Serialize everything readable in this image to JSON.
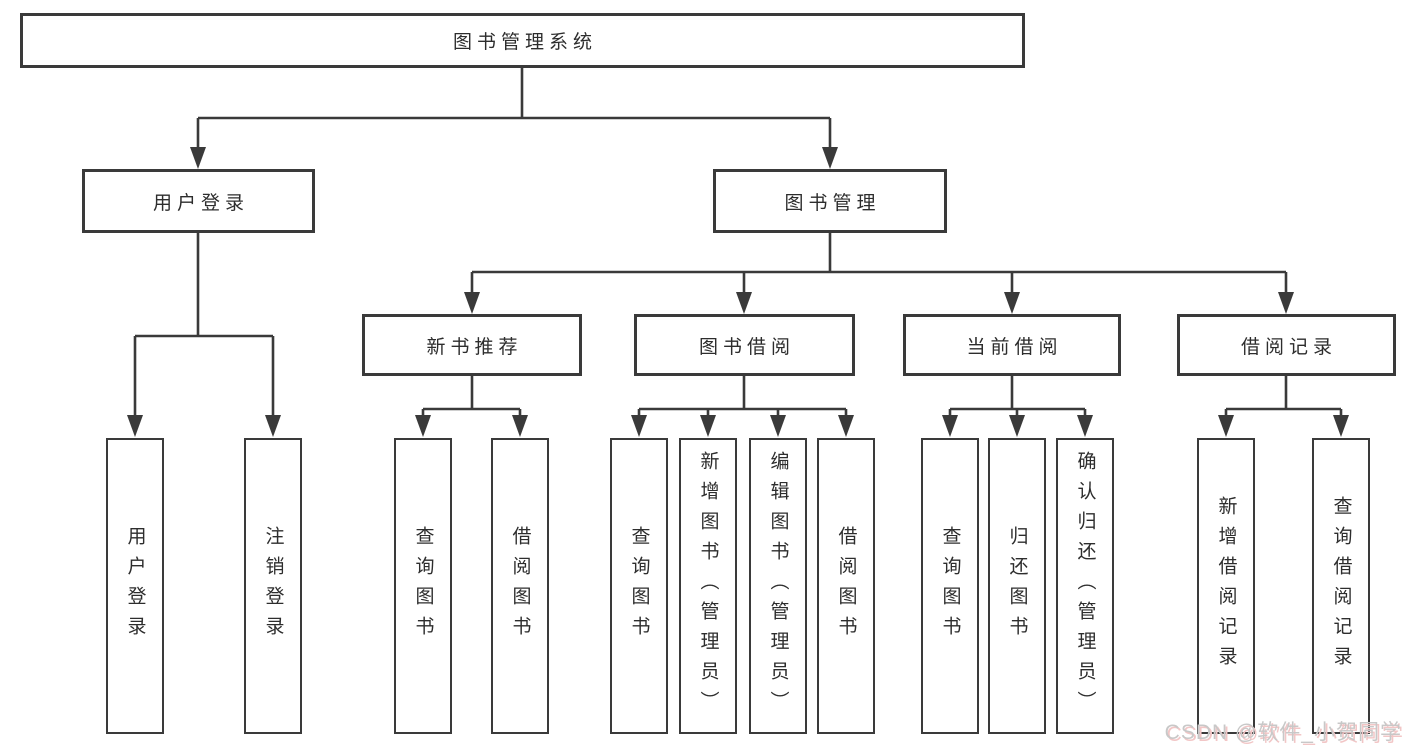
{
  "diagram": {
    "type": "hierarchy-tree",
    "title": "图书管理系统",
    "watermark": "CSDN @软件_小贺同学"
  },
  "colors": {
    "line": "#3a3a3a",
    "box_border": "#3a3a3a",
    "box_fill": "#ffffff",
    "text": "#2d2d2d",
    "background": "#ffffff",
    "watermark_gray": "#c8c8c8",
    "watermark_pink": "#f2c6c6"
  },
  "nodes": {
    "root": {
      "label": "图书管理系统"
    },
    "level2": [
      {
        "label": "用户登录",
        "parent": "图书管理系统"
      },
      {
        "label": "图书管理",
        "parent": "图书管理系统"
      }
    ],
    "level3": [
      {
        "label": "新书推荐",
        "parent": "图书管理"
      },
      {
        "label": "图书借阅",
        "parent": "图书管理"
      },
      {
        "label": "当前借阅",
        "parent": "图书管理"
      },
      {
        "label": "借阅记录",
        "parent": "图书管理"
      }
    ],
    "level4": [
      {
        "label": "用户登录",
        "parent": "用户登录"
      },
      {
        "label": "注销登录",
        "parent": "用户登录"
      },
      {
        "label": "查询图书",
        "parent": "新书推荐"
      },
      {
        "label": "借阅图书",
        "parent": "新书推荐"
      },
      {
        "label": "查询图书",
        "parent": "图书借阅"
      },
      {
        "label": "新增图书（管理员）",
        "parent": "图书借阅"
      },
      {
        "label": "编辑图书（管理员）",
        "parent": "图书借阅"
      },
      {
        "label": "借阅图书",
        "parent": "图书借阅"
      },
      {
        "label": "查询图书",
        "parent": "当前借阅"
      },
      {
        "label": "归还图书",
        "parent": "当前借阅"
      },
      {
        "label": "确认归还（管理员）",
        "parent": "当前借阅"
      },
      {
        "label": "新增借阅记录",
        "parent": "借阅记录"
      },
      {
        "label": "查询借阅记录",
        "parent": "借阅记录"
      }
    ]
  }
}
